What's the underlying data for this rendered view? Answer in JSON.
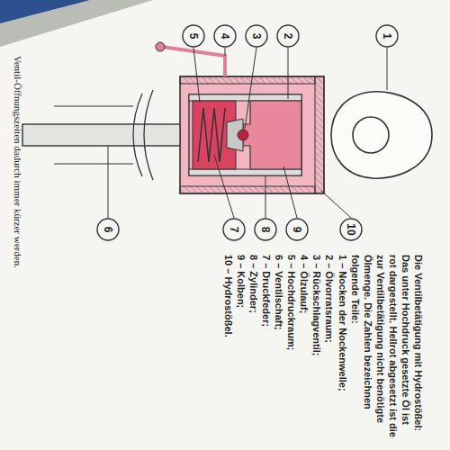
{
  "diagram": {
    "caption": "Die Ventilbetätigung mit Hydrostößel: Das unter Hochdruck gesetzte Öl ist rot dargestellt. Hellrot abgesetzt ist die zur Ventilbetätigung nicht benötigte Ölmenge. Die Zahlen bezeichnen folgende Teile:",
    "labels": [
      "1",
      "2",
      "3",
      "4",
      "5",
      "10",
      "9",
      "8",
      "7",
      "6",
      "1 – Nocken der Nockenwelle;",
      "2 – Ölvorratsraum;",
      "3 – Rückschlagventil;",
      "4 – Ölzulauf;",
      "5 – Hochdruckraum;",
      "6 – Ventilschaft;",
      "7 – Druckfeder;",
      "8 – Zylinder;",
      "9 – Kolben;",
      "10 – Hydrostößel.",
      "Ventil-Öffnungszeiten dadurch immer kürzer werden."
    ]
  }
}
